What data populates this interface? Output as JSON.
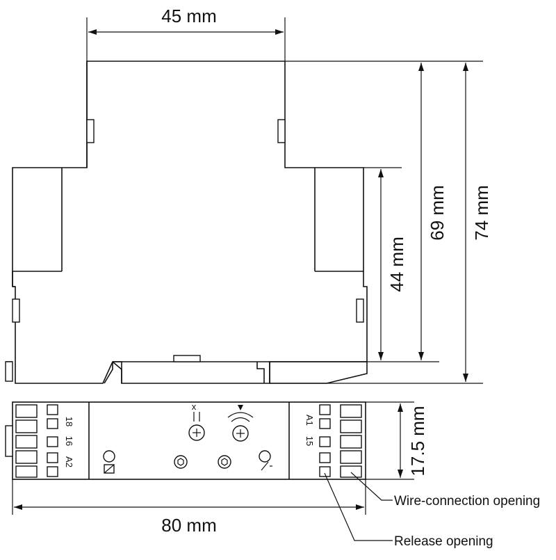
{
  "dimensions": {
    "width_top": "45 mm",
    "height_outer": "74 mm",
    "height_mid": "69 mm",
    "height_inner": "44 mm",
    "depth_bottom": "17.5 mm",
    "length_bottom": "80 mm"
  },
  "terminals": {
    "left": [
      "18",
      "16",
      "A2"
    ],
    "right": [
      "A1",
      "15"
    ]
  },
  "callouts": {
    "wire_connection": "Wire-connection opening",
    "release": "Release opening"
  }
}
